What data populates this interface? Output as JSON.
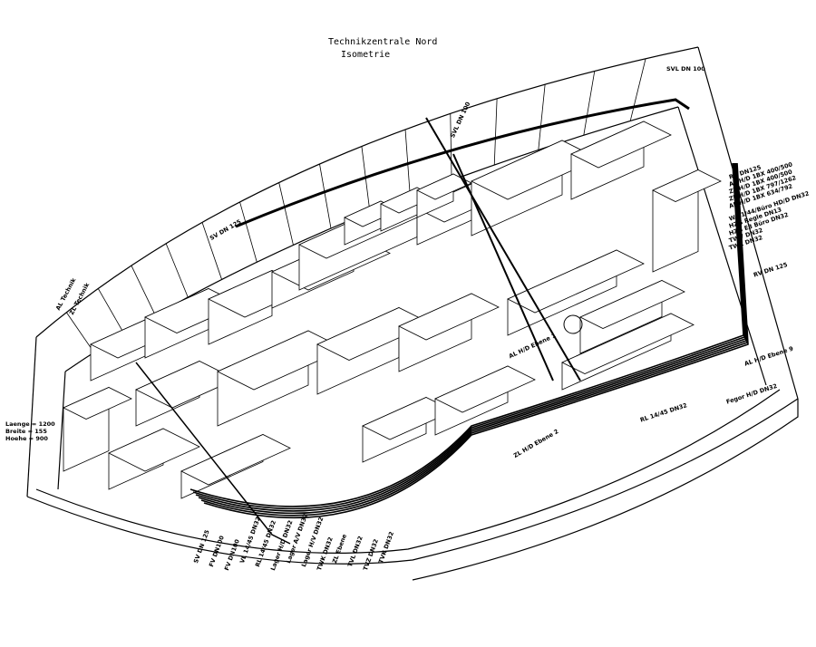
{
  "title": "Technikzentrale Nord",
  "subtitle": "Isometrie",
  "dimensions": [
    "Laenge = 1200",
    "Breite = 155",
    "Hoehe = 900"
  ],
  "top_label": "SVL DN 100",
  "right_labels": [
    "RV DN125",
    "AL H/D 1BX 400/500",
    "ZL H/D 1BX 400/500",
    "ZL H/D 1BX 797/1262",
    "AL H/D 1BX 634/792",
    "WE 1/44/Büro HD/D DN32",
    "HZG Regle DN13",
    "HZG E3 Büro DN32",
    "TWV DN32",
    "TWZ DN32",
    "RV DN 125"
  ],
  "right_side_labels": [
    "AL H/D Ebene 9",
    "Fegor H/D DN32",
    "RL 14/45 DN32"
  ],
  "bottom_labels": [
    "SV DN 125",
    "FV DN100",
    "FV DN100",
    "VL 14/45 DN32",
    "RL 14/45 DN32",
    "Lager H/D DN32",
    "Lager A/V DN32",
    "Lager H/V DN32",
    "TWK DN32",
    "ZL Ebene",
    "TVL DN32",
    "TVZ DN32",
    "TVK DN32"
  ],
  "mid_labels": [
    "AL Technik",
    "ZL Technik",
    "AL H/D Ebene 1",
    "ZL H/D Ebene 2",
    "SVL DN 100",
    "SV DN 125"
  ]
}
